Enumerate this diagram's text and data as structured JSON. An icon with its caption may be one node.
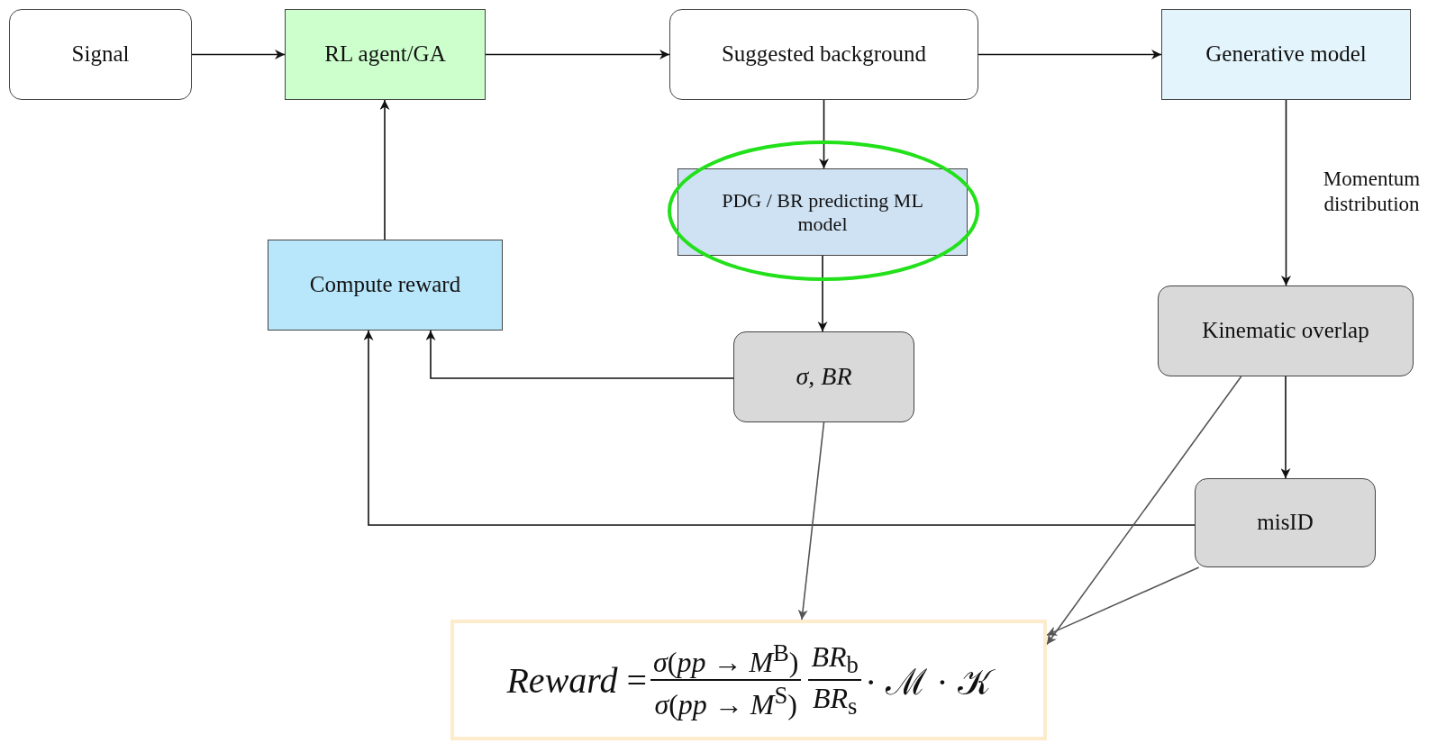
{
  "diagram": {
    "nodes": [
      {
        "text": [
          "Signal"
        ]
      },
      {
        "text": [
          "RL agent/GA"
        ]
      },
      {
        "text": [
          "Suggested background"
        ]
      },
      {
        "text": [
          "Generative model"
        ]
      },
      {
        "text": [
          "PDG / BR predicting ML model"
        ]
      },
      {
        "text": [
          "Compute reward"
        ]
      },
      {
        "text": [
          "*σ*, *BR*"
        ]
      },
      {
        "text": [
          "Kinematic overlap"
        ]
      },
      {
        "text": [
          "misID"
        ]
      },
      {
        "text": [
          "*Reward* =",
          "*σ*(*pp* → *M*$^{B}$)",
          "*σ*(*pp* → *M*$^{S}$)",
          "*BR*$_{b}$",
          "*BR*$_{s}$",
          "· ℳ · 𝒦"
        ]
      }
    ],
    "edges": [
      {
        "from": 0,
        "to": 1,
        "arrow": "to"
      },
      {
        "from": 1,
        "to": 2,
        "arrow": "to"
      },
      {
        "from": 2,
        "to": 3,
        "arrow": "to"
      },
      {
        "from": 2,
        "to": 4,
        "arrow": "to"
      },
      {
        "from": 4,
        "to": 6,
        "arrow": "to"
      },
      {
        "from": 3,
        "to": 7,
        "arrow": "to",
        "label": "Momentum distribution"
      },
      {
        "from": 7,
        "to": 8,
        "arrow": "to"
      },
      {
        "from": 5,
        "to": 1,
        "arrow": "to"
      },
      {
        "from": 6,
        "to": 5,
        "arrow": "to"
      },
      {
        "from": 8,
        "to": 5,
        "arrow": "to"
      },
      {
        "from": 6,
        "to": 9,
        "arrow": "to",
        "color": "#555555"
      },
      {
        "from": 7,
        "to": 9,
        "arrow": "to",
        "color": "#555555"
      },
      {
        "from": 8,
        "to": 9,
        "arrow": "to",
        "color": "#555555"
      }
    ]
  }
}
